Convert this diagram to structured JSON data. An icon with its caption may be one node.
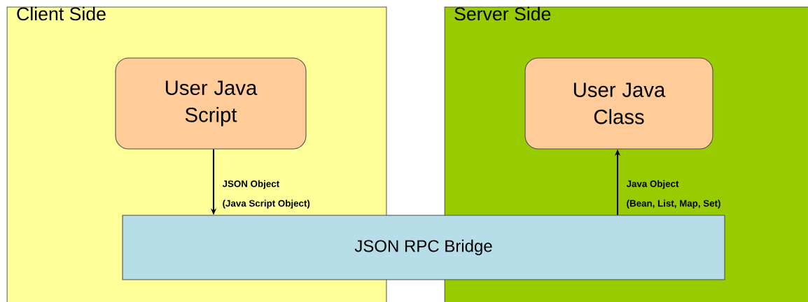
{
  "diagram": {
    "nodes": [
      {
        "text": [
          "Client Side"
        ]
      },
      {
        "text": [
          "Server Side"
        ]
      },
      {
        "text": [
          "User Java Script"
        ],
        "in": 0
      },
      {
        "text": [
          "User Java Class"
        ],
        "in": 1
      },
      {
        "text": [
          "JSON RPC Bridge"
        ]
      }
    ],
    "edges": [
      {
        "from": 2,
        "to": 4,
        "arrow": "to",
        "label": "JSON Object"
      },
      {
        "from": 4,
        "to": 3,
        "arrow": "to",
        "label": "Java Object"
      }
    ],
    "labels": [
      "(Java Script Object)",
      "(Bean, List, Map, Set)"
    ]
  }
}
